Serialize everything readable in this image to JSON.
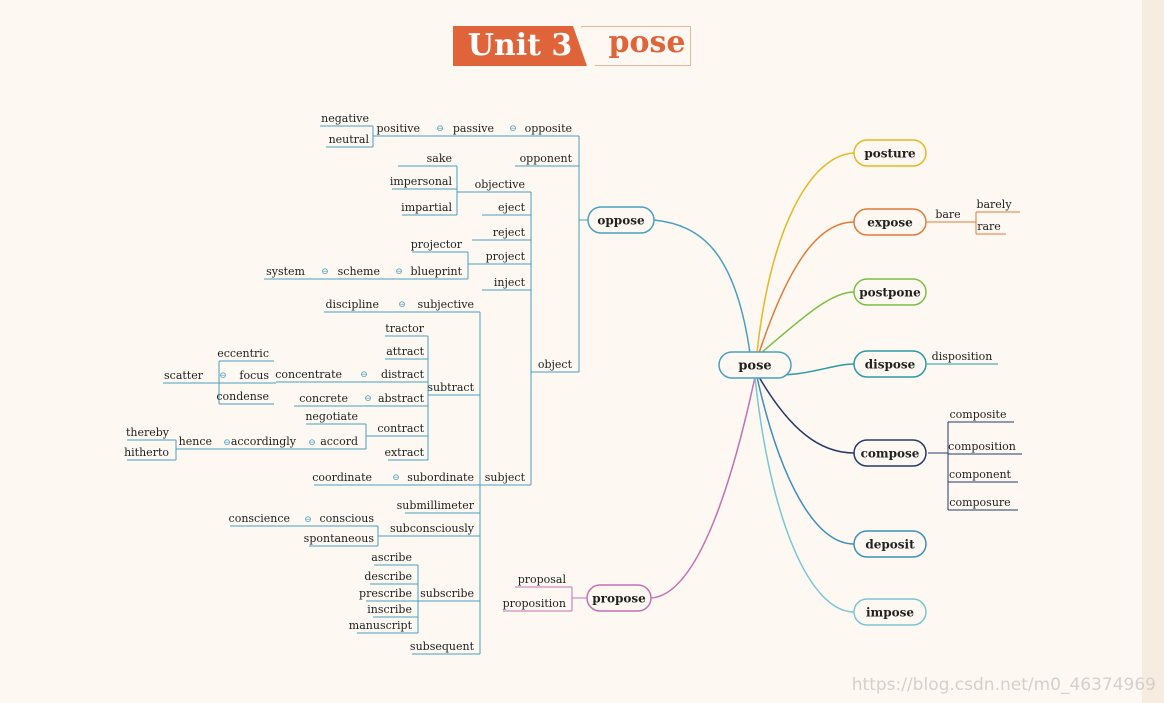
{
  "title": {
    "unit": "Unit 3",
    "word": "pose"
  },
  "watermark": "https://blog.csdn.net/m0_46374969",
  "colors": {
    "background": "#fdf8f1",
    "accent": "#e0643a",
    "oppose": "#4aa0c0",
    "propose": "#c471b3",
    "posture": "#e6b825",
    "expose": "#e07b39",
    "postpone": "#7bbf45",
    "dispose": "#2a9aa5",
    "compose": "#243a6b",
    "deposit": "#3d8fc0",
    "impose": "#7cc6d4",
    "line": "#4aa0c0"
  },
  "center": "pose",
  "branches": {
    "oppose": "oppose",
    "propose": "propose",
    "posture": "posture",
    "expose": "expose",
    "postpone": "postpone",
    "dispose": "dispose",
    "compose": "compose",
    "deposit": "deposit",
    "impose": "impose"
  },
  "words": {
    "opposite": "opposite",
    "passive": "passive",
    "positive": "positive",
    "negative": "negative",
    "neutral": "neutral",
    "opponent": "opponent",
    "objective": "objective",
    "sake": "sake",
    "impersonal": "impersonal",
    "impartial": "impartial",
    "eject": "eject",
    "reject": "reject",
    "project": "project",
    "projector": "projector",
    "blueprint": "blueprint",
    "scheme": "scheme",
    "system": "system",
    "inject": "inject",
    "object": "object",
    "subjective": "subjective",
    "discipline": "discipline",
    "tractor": "tractor",
    "attract": "attract",
    "distract": "distract",
    "concentrate": "concentrate",
    "focus": "focus",
    "eccentric": "eccentric",
    "condense": "condense",
    "scatter": "scatter",
    "abstract": "abstract",
    "concrete": "concrete",
    "subtract": "subtract",
    "contract": "contract",
    "negotiate": "negotiate",
    "accord": "accord",
    "accordingly": "accordingly",
    "hence": "hence",
    "thereby": "thereby",
    "hitherto": "hitherto",
    "extract": "extract",
    "subordinate": "subordinate",
    "coordinate": "coordinate",
    "subject": "subject",
    "submillimeter": "submillimeter",
    "subconsciously": "subconsciously",
    "conscious": "conscious",
    "conscience": "conscience",
    "spontaneous": "spontaneous",
    "subscribe": "subscribe",
    "ascribe": "ascribe",
    "describe": "describe",
    "prescribe": "prescribe",
    "inscribe": "inscribe",
    "manuscript": "manuscript",
    "subsequent": "subsequent",
    "proposal": "proposal",
    "proposition": "proposition",
    "bare": "bare",
    "barely": "barely",
    "rare": "rare",
    "disposition": "disposition",
    "composite": "composite",
    "composition": "composition",
    "component": "component",
    "composure": "composure"
  },
  "antonym_marker": "⊖"
}
